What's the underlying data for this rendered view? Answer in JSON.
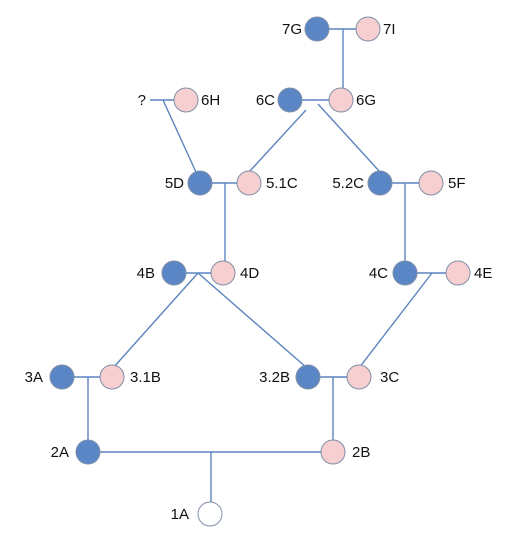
{
  "colors": {
    "blue": "#5a86c5",
    "pink": "#f7cfd0",
    "white": "#ffffff",
    "line": "#5b84bf"
  },
  "nodes": {
    "n7G": {
      "label": "7G",
      "fill": "blue"
    },
    "n7I": {
      "label": "7I",
      "fill": "pink"
    },
    "nQ": {
      "label": "?",
      "fill": "none"
    },
    "n6H": {
      "label": "6H",
      "fill": "pink"
    },
    "n6C": {
      "label": "6C",
      "fill": "blue"
    },
    "n6G": {
      "label": "6G",
      "fill": "pink"
    },
    "n5D": {
      "label": "5D",
      "fill": "blue"
    },
    "n51C": {
      "label": "5.1C",
      "fill": "pink"
    },
    "n52C": {
      "label": "5.2C",
      "fill": "blue"
    },
    "n5F": {
      "label": "5F",
      "fill": "pink"
    },
    "n4B": {
      "label": "4B",
      "fill": "blue"
    },
    "n4D": {
      "label": "4D",
      "fill": "pink"
    },
    "n4C": {
      "label": "4C",
      "fill": "blue"
    },
    "n4E": {
      "label": "4E",
      "fill": "pink"
    },
    "n3A": {
      "label": "3A",
      "fill": "blue"
    },
    "n31B": {
      "label": "3.1B",
      "fill": "pink"
    },
    "n32B": {
      "label": "3.2B",
      "fill": "blue"
    },
    "n3C": {
      "label": "3C",
      "fill": "pink"
    },
    "n2A": {
      "label": "2A",
      "fill": "blue"
    },
    "n2B": {
      "label": "2B",
      "fill": "pink"
    },
    "n1A": {
      "label": "1A",
      "fill": "white"
    }
  }
}
